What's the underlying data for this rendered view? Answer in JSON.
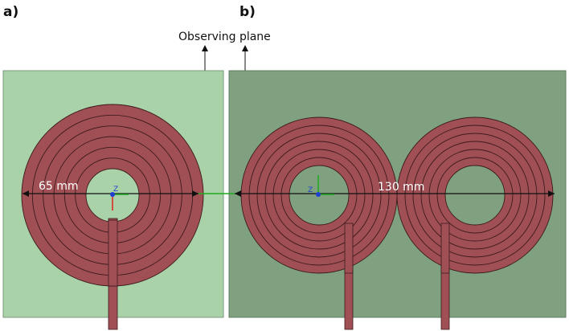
{
  "labels": {
    "panel_a": "a)",
    "panel_b": "b)",
    "observing_plane": "Observing plane",
    "dim_a": "65 mm",
    "dim_b": "130 mm",
    "axis_z": "Z"
  },
  "colors": {
    "plane_a": "#a9d2a9",
    "plane_b": "#7fa17f",
    "coil": "#a05055",
    "coil_gap": "#3d1a1c",
    "dimension_line": "#111111",
    "axis_x": "#1faa1f",
    "axis_y": "#e02020",
    "axis_origin": "#1f3fd0"
  },
  "coils": {
    "turns": 6,
    "count_panel_a": 1,
    "count_panel_b": 2
  }
}
